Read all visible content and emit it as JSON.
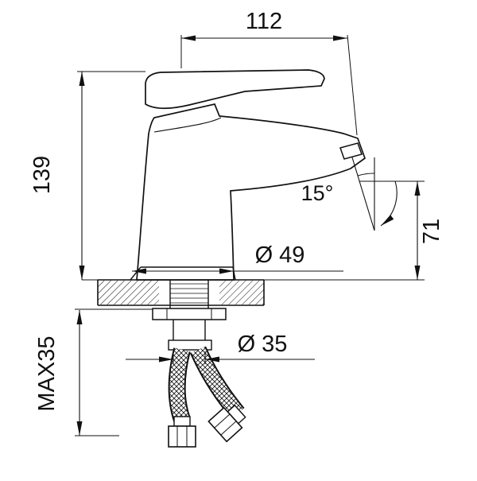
{
  "page": {
    "background": "#ffffff",
    "line_color": "#111111"
  },
  "drawing": {
    "labels": {
      "spout_reach": "112",
      "body_height": "139",
      "outlet_angle": "15°",
      "outlet_height": "71",
      "base_diameter": "Ø 49",
      "shank_diameter": "Ø 35",
      "max_deck_thickness": "MAX35"
    }
  }
}
